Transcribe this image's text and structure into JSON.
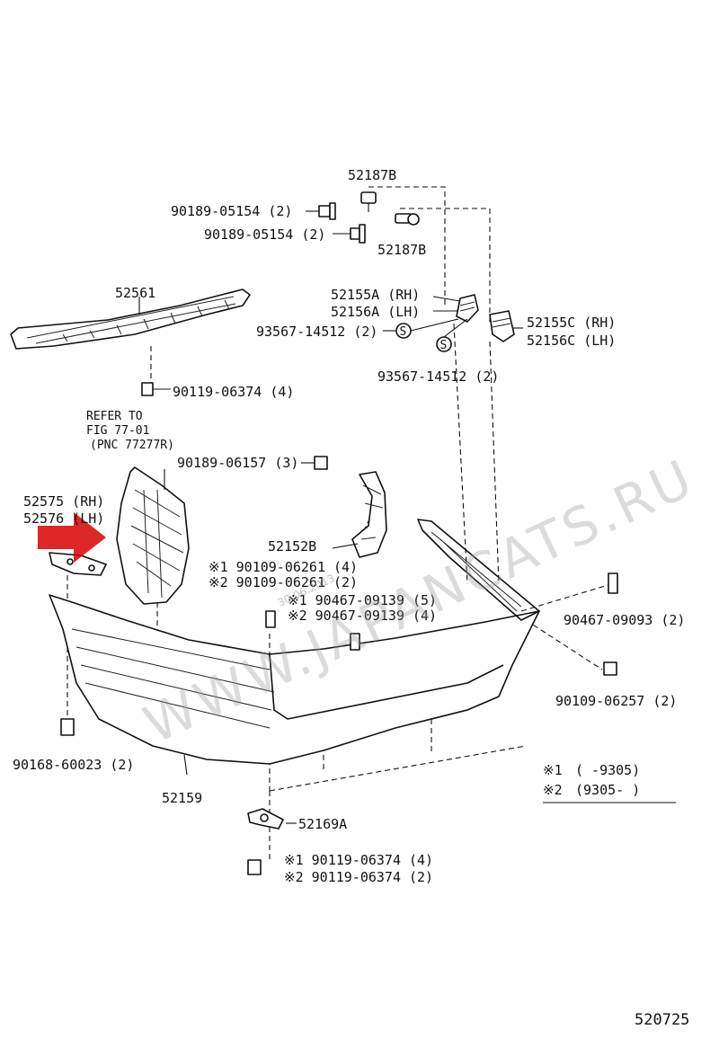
{
  "diagram": {
    "labels": {
      "p52187b_top": "52187B",
      "p90189_05154_a": "90189-05154 (2)",
      "p90189_05154_b": "90189-05154 (2)",
      "p52187b_bottom": "52187B",
      "p52561": "52561",
      "p52155a": "52155A (RH)",
      "p52156a": "52156A (LH)",
      "p93567_left": "93567-14512 (2)",
      "p52155c": "52155C (RH)",
      "p52156c": "52156C (LH)",
      "p93567_right": "93567-14512 (2)",
      "p90119_06374_top": "90119-06374 (4)",
      "refer_1": "REFER TO",
      "refer_2": "FIG 77-01",
      "refer_3": "(PNC 77277R)",
      "p90189_06157": "90189-06157 (3)",
      "p52575": "52575 (RH)",
      "p52576": "52576 (LH)",
      "p52152b": "52152B",
      "p90109_06261_1": "※1 90109-06261 (4)",
      "p90109_06261_2": "※2 90109-06261 (2)",
      "p90467_09139_1": "※1 90467-09139 (5)",
      "p90467_09139_2": "※2 90467-09139 (4)",
      "p90467_09093": "90467-09093 (2)",
      "p90109_06257": "90109-06257 (2)",
      "p90168_60023": "90168-60023 (2)",
      "p52159": "52159",
      "p52169a": "52169A",
      "p90119_06374_b1": "※1 90119-06374 (4)",
      "p90119_06374_b2": "※2 90119-06374 (2)",
      "s_symbol": "S"
    },
    "legend": {
      "row1_mark": "※1",
      "row1_text": "(      -9305)",
      "row2_mark": "※2",
      "row2_text": "(9305-      )"
    },
    "figure_code": "520725",
    "watermark": "WWW.JAPANCATS.RU",
    "watermark_date": "30.06.2013"
  }
}
